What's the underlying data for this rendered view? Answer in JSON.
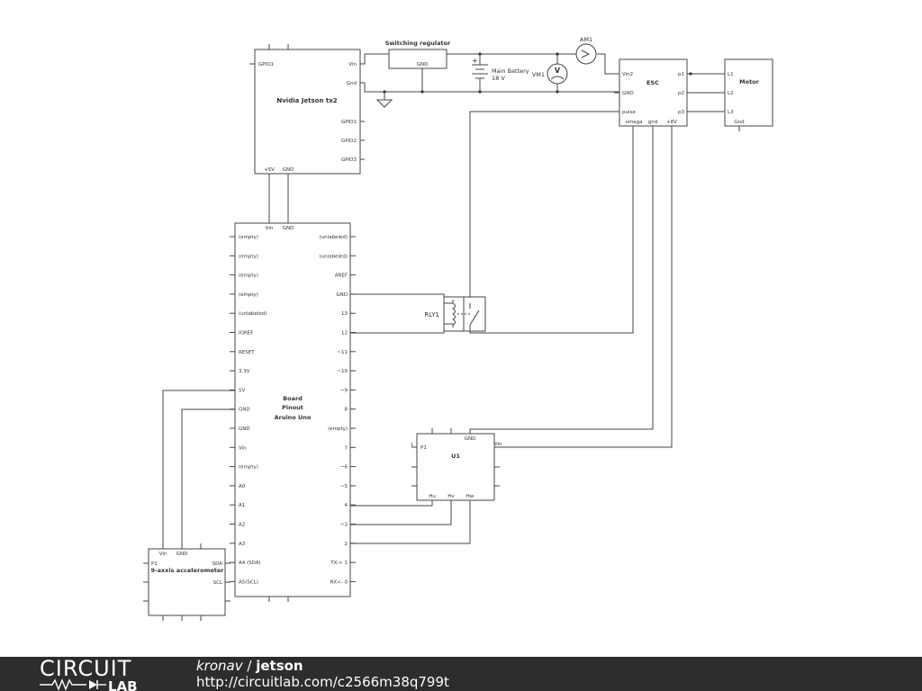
{
  "components": {
    "jetson": {
      "name": "Nvidia Jetson tx2",
      "left_pins": [
        "GPIO1"
      ],
      "right_pins": [
        "Vin",
        "Gnd",
        "GPIO1",
        "GPIO2",
        "GPIO3"
      ],
      "bottom_pins": [
        "+5V",
        "GND"
      ]
    },
    "regulator": {
      "name": "Switching regulator",
      "pin": "GND"
    },
    "battery": {
      "name": "Main Battery",
      "voltage": "18 V",
      "plus": "+"
    },
    "am1": {
      "name": "AM1"
    },
    "vm1": {
      "name": "VM1",
      "glyph": "V"
    },
    "esc": {
      "name": "ESC",
      "left_pins": [
        "Vin2",
        "GND",
        "pulse"
      ],
      "right_pins": [
        "p1",
        "p2",
        "p3"
      ],
      "bottom_pins": [
        "omega",
        "gnd",
        "+8V"
      ]
    },
    "motor": {
      "name": "Motor",
      "pins": [
        "L1",
        "L2",
        "L3",
        "Gnd"
      ]
    },
    "arduino": {
      "title_lines": [
        "Board",
        "Pinout",
        "Aruino Uno"
      ],
      "top_pins": [
        "Vin",
        "GND"
      ],
      "left_pins": [
        "(empty)",
        "(empty)",
        "(empty)",
        "(empty)",
        "(unlabeled)",
        "IOREF",
        "RESET",
        "3.3V",
        "5V",
        "GND",
        "GND",
        "Vin",
        "(empty)",
        "A0",
        "A1",
        "A2",
        "A3",
        "A4 (SDA)",
        "A5(SCL)"
      ],
      "right_pins": [
        "(unlabeled)",
        "(unlabeled)",
        "AREF",
        "GND",
        "13",
        "12",
        "~11",
        "~10",
        "~9",
        "8",
        "(empty)",
        "7",
        "~6",
        "~5",
        "4",
        "~3",
        "2",
        "TX-> 1",
        "RX<- 0"
      ]
    },
    "relay": {
      "name": "RLY1"
    },
    "u1": {
      "name": "U1",
      "pins": [
        "P1",
        "GND",
        "Vin",
        "Hu",
        "Hv",
        "Hw"
      ],
      "pin1": "1"
    },
    "accel": {
      "name": "9-axxis accelerometer",
      "pins": [
        "Vin",
        "GND",
        "P1",
        "SDA",
        "SCL"
      ]
    }
  },
  "footer": {
    "brand_top": "CIRCUIT",
    "brand_bottom": "LAB",
    "owner": "kronav",
    "separator": " / ",
    "title": "jetson",
    "url": "http://circuitlab.com/c2566m38q799t"
  }
}
